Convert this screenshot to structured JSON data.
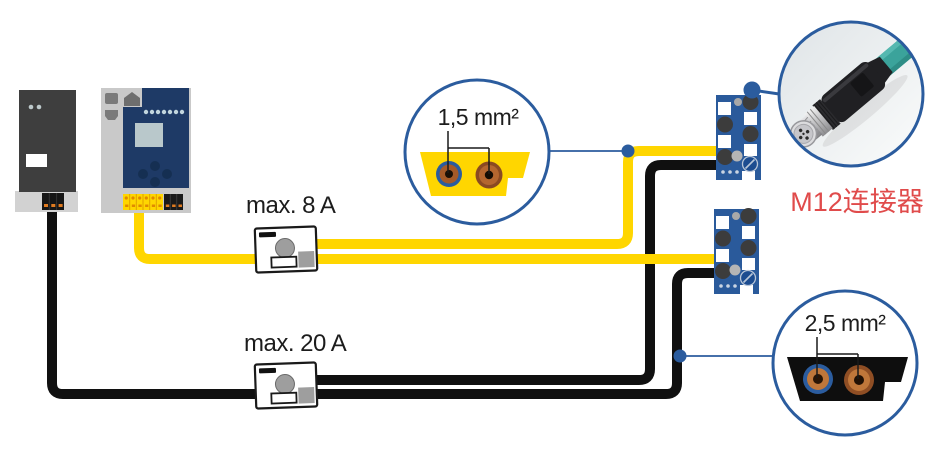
{
  "labels": {
    "fuse_top": "max. 8 A",
    "fuse_bottom": "max. 20 A",
    "cross_section_small": "1,5 mm²",
    "cross_section_large": "2,5 mm²",
    "m12_callout": "M12连接器"
  },
  "colors": {
    "cable_yellow": "#FFD600",
    "cable_black": "#101010",
    "accent_blue": "#2B5C9E",
    "connector_navy": "#2A5A9B",
    "device_panel_blue": "#1E3A66",
    "label_red": "#E04B4B",
    "text_dark": "#1C1C1C"
  },
  "icons": {
    "power_supply": "power-supply-unit-icon",
    "controller": "plc-controller-icon",
    "fuse_devices": "fuse-breaker-icon",
    "connector_blocks": "m12-distribution-block-icon",
    "cross_sections": "cable-cross-section-icon",
    "m12_photo": "m12-connector-photo"
  }
}
